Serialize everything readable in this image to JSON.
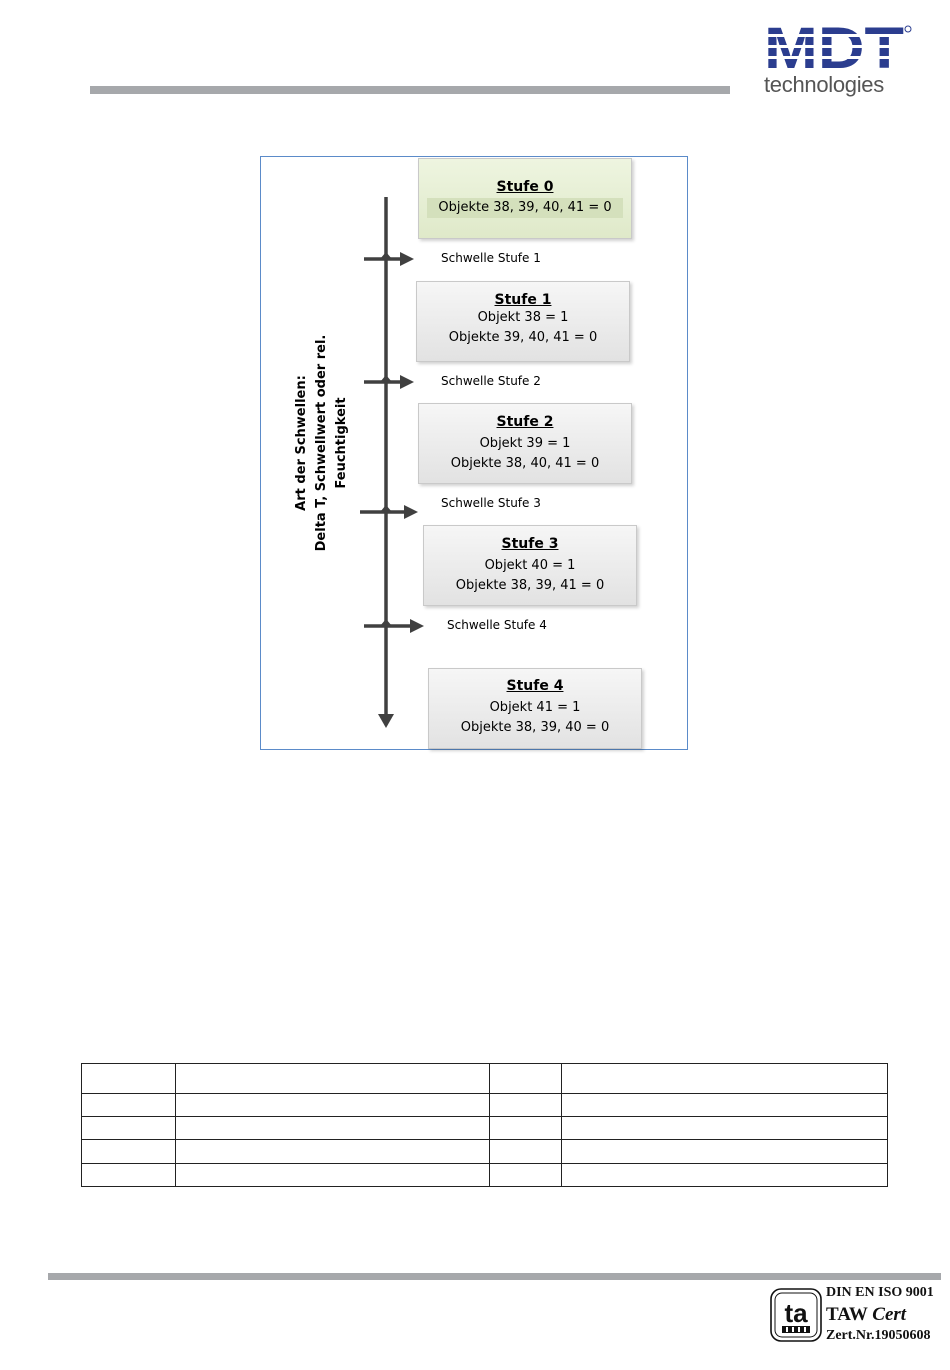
{
  "header": {
    "brand": "MDT",
    "brand_sub": "technologies",
    "brand_color": "#2b3d8f"
  },
  "diagram": {
    "axis_label_line1": "Art der Schwellen:",
    "axis_label_line2": "Delta T, Schwellwert oder rel. Feuchtigkeit",
    "stages": [
      {
        "title": "Stufe 0",
        "line1": "Objekte 38, 39, 40, 41 = 0",
        "line2": ""
      },
      {
        "title": "Stufe 1",
        "line1": "Objekt 38 = 1",
        "line2": "Objekte 39, 40, 41 = 0"
      },
      {
        "title": "Stufe 2",
        "line1": "Objekt 39 = 1",
        "line2": "Objekte 38, 40, 41 = 0"
      },
      {
        "title": "Stufe 3",
        "line1": "Objekt 40 = 1",
        "line2": "Objekte 38, 39, 41 = 0"
      },
      {
        "title": "Stufe 4",
        "line1": "Objekt 41 = 1",
        "line2": "Objekte 38, 39, 40 = 0"
      }
    ],
    "thresholds": [
      "Schwelle Stufe 1",
      "Schwelle Stufe 2",
      "Schwelle Stufe 3",
      "Schwelle Stufe 4"
    ],
    "border_color": "#5b8bc9",
    "stage0_color": "#dfe9c9"
  },
  "table": {
    "rows": [
      [
        "",
        "",
        "",
        ""
      ],
      [
        "",
        "",
        "",
        ""
      ],
      [
        "",
        "",
        "",
        ""
      ],
      [
        "",
        "",
        "",
        ""
      ],
      [
        "",
        "",
        "",
        ""
      ]
    ]
  },
  "footer": {
    "cert_line1": "DIN EN ISO 9001",
    "cert_line2_a": "TAW ",
    "cert_line2_b": "Cert",
    "cert_line3": "Zert.Nr.19050608"
  }
}
